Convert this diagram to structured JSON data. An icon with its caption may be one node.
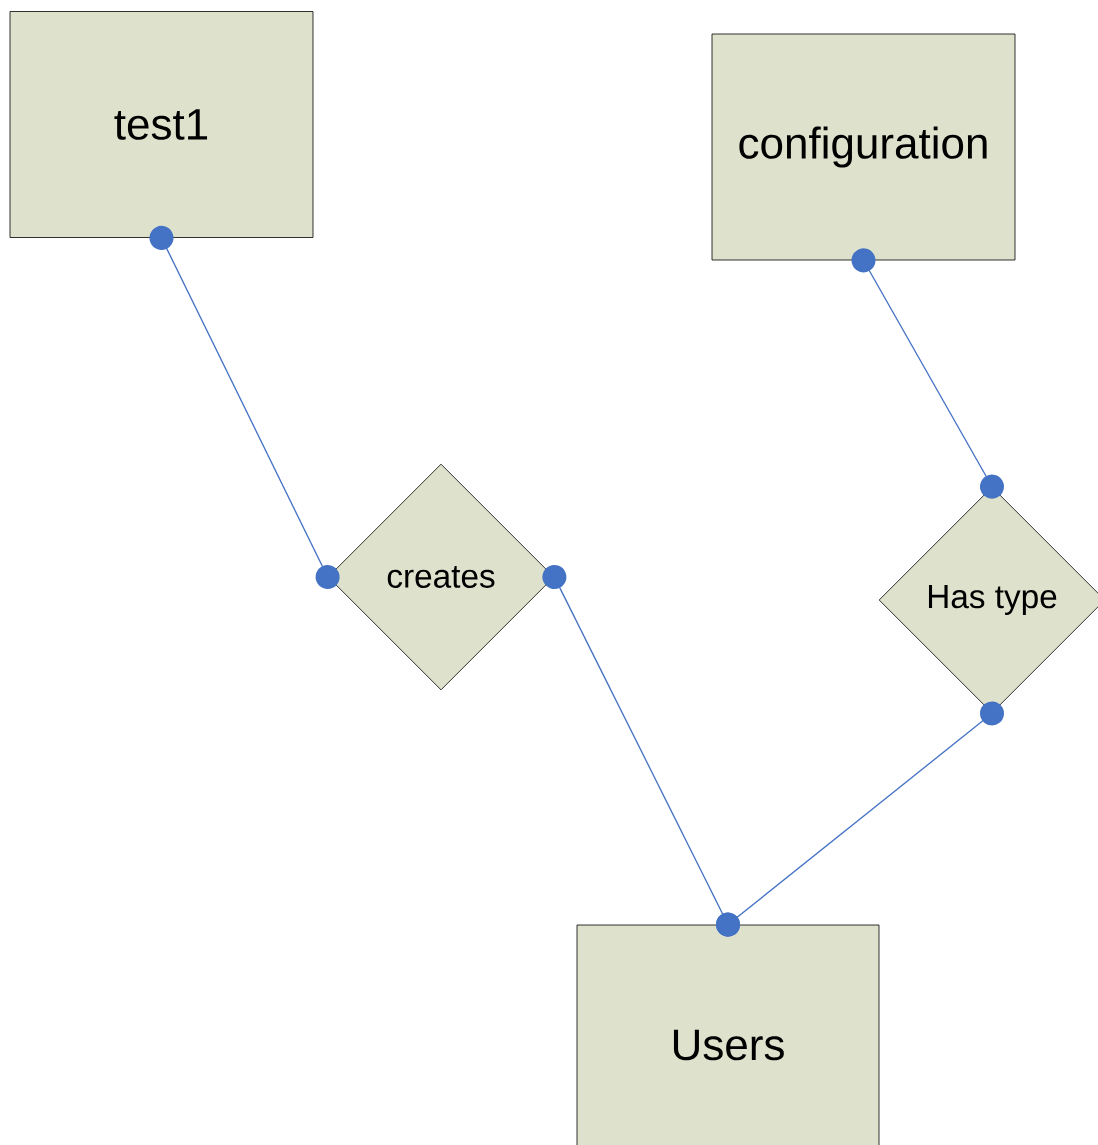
{
  "diagram": {
    "nodes": [
      {
        "text": [
          "test1"
        ]
      },
      {
        "text": [
          "configuration"
        ]
      },
      {
        "text": [
          "creates"
        ]
      },
      {
        "text": [
          "Has type"
        ]
      },
      {
        "text": [
          "Users"
        ]
      }
    ],
    "edges": [
      {
        "from": 0,
        "to": 2,
        "arrow": "other"
      },
      {
        "from": 2,
        "to": 4,
        "arrow": "other"
      },
      {
        "from": 1,
        "to": 3,
        "arrow": "other"
      },
      {
        "from": 3,
        "to": 4,
        "arrow": "other"
      }
    ]
  }
}
